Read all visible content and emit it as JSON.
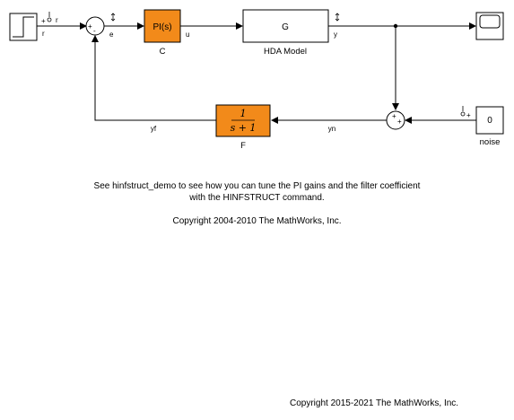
{
  "colors": {
    "block_fill_highlight": "#f28a1a",
    "block_fill": "#ffffff",
    "line": "#000000"
  },
  "blocks": {
    "step": {
      "label": "r",
      "port_label": "r"
    },
    "sum1": {
      "sign_plus": "+",
      "sign_minus": "-"
    },
    "controller": {
      "inner": "PI(s)",
      "label": "C"
    },
    "plant": {
      "inner": "G",
      "label": "HDA Model"
    },
    "scope": {
      "icon": "scope-icon"
    },
    "noise": {
      "inner": "0",
      "label": "noise"
    },
    "sum2": {
      "sign_top": "+",
      "sign_right": "+"
    },
    "filter": {
      "numerator": "1",
      "denominator": "s + 1",
      "label": "F"
    }
  },
  "signals": {
    "r": "r",
    "e": "e",
    "u": "u",
    "y": "y",
    "yn": "yn",
    "yf": "yf"
  },
  "notes": {
    "line1": "See hinfstruct_demo to see how you can tune the PI gains and the filter coefficient",
    "line2": "with the HINFSTRUCT command.",
    "copyright": "Copyright 2004-2010 The MathWorks, Inc."
  },
  "footer": "Copyright 2015-2021 The MathWorks, Inc."
}
